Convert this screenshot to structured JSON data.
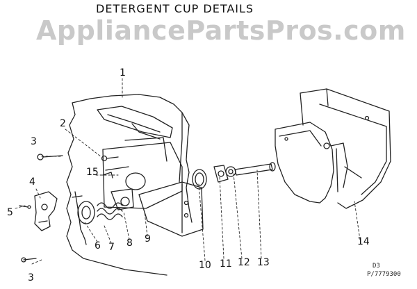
{
  "header": {
    "title": "DETERGENT CUP DETAILS",
    "watermark": "AppliancePartsPros.com"
  },
  "callouts": {
    "c1": "1",
    "c2": "2",
    "c3a": "3",
    "c3b": "3",
    "c4": "4",
    "c5": "5",
    "c6": "6",
    "c7": "7",
    "c8": "8",
    "c9": "9",
    "c10": "10",
    "c11": "11",
    "c12": "12",
    "c13": "13",
    "c14": "14",
    "c15": "15"
  },
  "footer": {
    "code_line1": "D3",
    "code_line2": "P/7779300"
  }
}
